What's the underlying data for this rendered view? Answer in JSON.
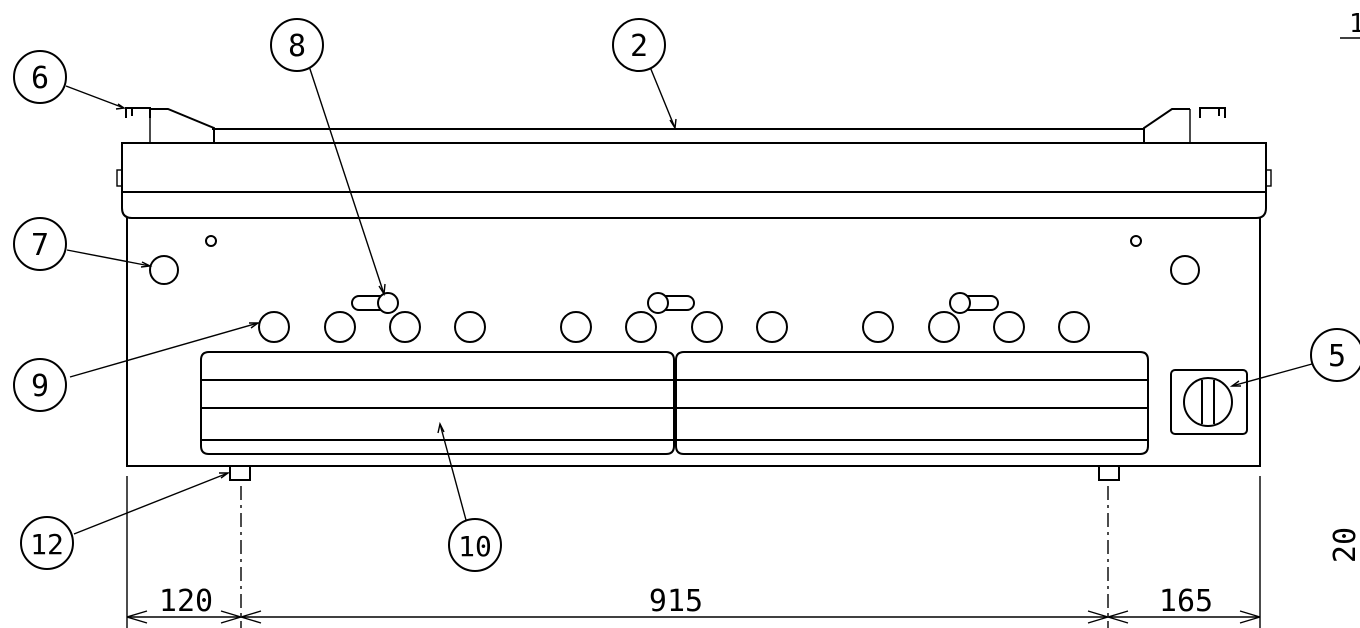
{
  "callouts": {
    "c1": "1",
    "c2": "2",
    "c5": "5",
    "c6": "6",
    "c7": "7",
    "c8": "8",
    "c9": "9",
    "c10": "10",
    "c12": "12"
  },
  "dimensions": {
    "left": "120",
    "middle": "915",
    "right": "165",
    "side": "20"
  }
}
